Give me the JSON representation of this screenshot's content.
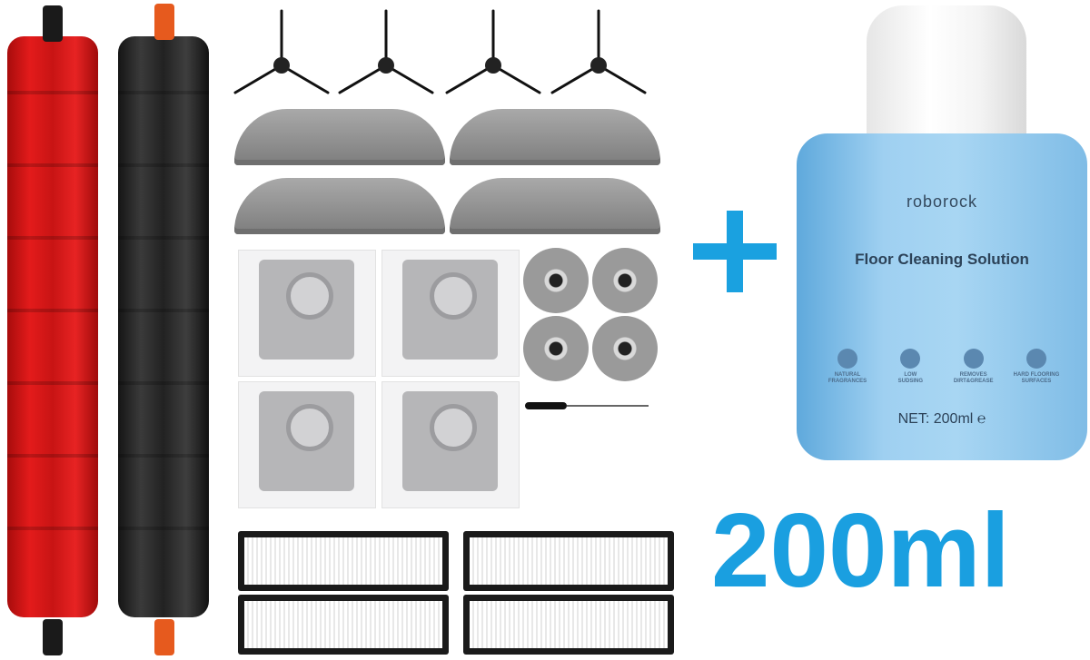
{
  "bottle": {
    "brand": "roborock",
    "product": "Floor Cleaning Solution",
    "features": [
      {
        "icon": "leaf-icon",
        "line1": "NATURAL",
        "line2": "FRAGRANCES"
      },
      {
        "icon": "water-icon",
        "line1": "LOW",
        "line2": "SUDSING"
      },
      {
        "icon": "wave-icon",
        "line1": "REMOVES",
        "line2": "DIRT&GREASE"
      },
      {
        "icon": "floor-icon",
        "line1": "HARD FLOORING",
        "line2": "SURFACES"
      }
    ],
    "net": "NET: 200ml ℮"
  },
  "volume_label": "200ml",
  "colors": {
    "accent": "#1a9fe0",
    "roller_red": "#e31b1b",
    "roller_black": "#222222",
    "bottle_blue": "#9fd0f1"
  }
}
